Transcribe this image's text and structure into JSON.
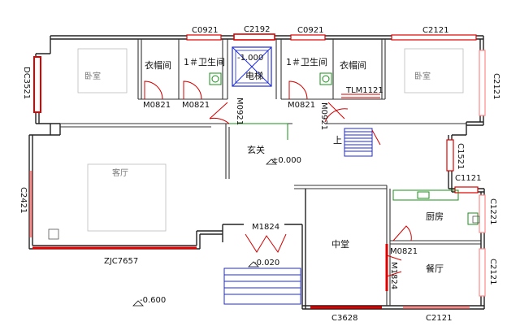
{
  "plan": {
    "window_codes": {
      "c0921_left": "C0921",
      "c2192": "C2192",
      "c0921_right": "C0921",
      "c2121_top": "C2121",
      "dc3521": "DC3521",
      "c2121_right_side": "C2121",
      "c1521": "C1521",
      "c1121": "C1121",
      "c2421": "C2421",
      "c1221": "C1221",
      "c2121_right_lower": "C2121",
      "zjc7657": "ZJC7657",
      "c3628": "C3628",
      "c2121_bottom": "C2121"
    },
    "door_codes": {
      "m0821_a": "M0821",
      "m0821_b": "M0821",
      "m0921_left": "M0921",
      "m0821_c": "M0821",
      "m0921_right": "M0921",
      "tlm1121": "TLM1121",
      "m1824_top": "M1824",
      "m0821_d": "M0821",
      "m1824_side": "M1824"
    },
    "rooms": {
      "closet_left": "衣帽间",
      "bath1_left": "1＃卫生间",
      "elevator": "电梯",
      "bath1_right": "1＃卫生间",
      "closet_right": "衣帽间",
      "bedroom_left": "卧室",
      "bedroom_right": "卧室",
      "foyer": "玄关",
      "living": "客厅",
      "kitchen": "厨房",
      "central_hall": "中堂",
      "dining": "餐厅"
    },
    "levels": {
      "elevator": "-1.000",
      "foyer": "±0.000",
      "entry": "-0.020",
      "outside": "-0.600"
    },
    "stair_mark": "上",
    "colors": {
      "wall": "#222222",
      "window": "#e00000",
      "door": "#d40000",
      "glass": "#ff8a8a",
      "elevator": "#1e2bd6",
      "stair": "#1e2bd6",
      "fixture": "#1a8f1a",
      "hatch": "#bbbbbb"
    }
  }
}
